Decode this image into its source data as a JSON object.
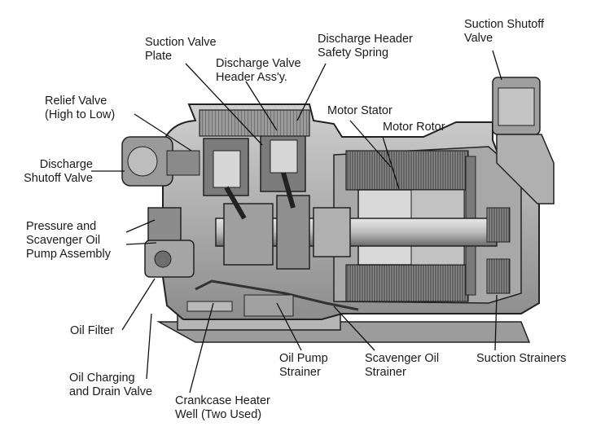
{
  "labels": {
    "suction_valve_plate": [
      "Suction Valve",
      "Plate"
    ],
    "discharge_header_safety_spring": [
      "Discharge Header",
      "Safety Spring"
    ],
    "suction_shutoff_valve": [
      "Suction Shutoff",
      "Valve"
    ],
    "discharge_valve_header_assy": [
      "Discharge Valve",
      "Header Ass'y."
    ],
    "relief_valve": [
      "Relief Valve",
      "(High to Low)"
    ],
    "motor_stator": [
      "Motor Stator"
    ],
    "motor_rotor": [
      "Motor Rotor"
    ],
    "discharge_shutoff_valve": [
      "Discharge",
      "Shutoff Valve"
    ],
    "pressure_scavenger_pump": [
      "Pressure and",
      "Scavenger Oil",
      "Pump Assembly"
    ],
    "oil_filter": [
      "Oil Filter"
    ],
    "oil_charging_drain": [
      "Oil Charging",
      "and Drain Valve"
    ],
    "crankcase_heater_well": [
      "Crankcase Heater",
      "Well (Two Used)"
    ],
    "oil_pump_strainer": [
      "Oil Pump",
      "Strainer"
    ],
    "scavenger_oil_strainer": [
      "Scavenger Oil",
      "Strainer"
    ],
    "suction_strainers": [
      "Suction Strainers"
    ]
  }
}
